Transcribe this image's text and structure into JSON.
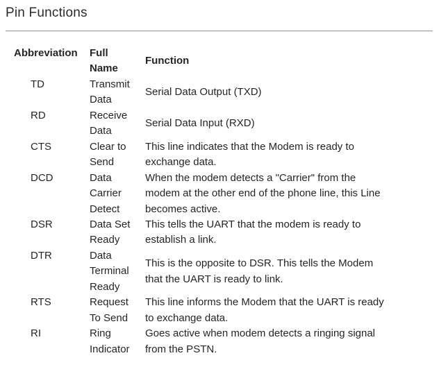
{
  "page": {
    "title": "Pin Functions"
  },
  "colors": {
    "text": "#252525",
    "divider": "#9e9e9e",
    "background": "#ffffff"
  },
  "table": {
    "headers": {
      "abbreviation": "Abbreviation",
      "full_name": "Full\nName",
      "function": "Function"
    },
    "rows": [
      {
        "abbreviation": "TD",
        "full_name": "Transmit\nData",
        "function": "Serial Data Output (TXD)"
      },
      {
        "abbreviation": "RD",
        "full_name": "Receive\nData",
        "function": "Serial Data Input (RXD)"
      },
      {
        "abbreviation": "CTS",
        "full_name": "Clear to\nSend",
        "function": "This line indicates that the Modem is ready to\nexchange data."
      },
      {
        "abbreviation": "DCD",
        "full_name": "Data\nCarrier\nDetect",
        "function": "When the modem detects a \"Carrier\" from the\nmodem at the other end of the phone line, this Line\nbecomes active."
      },
      {
        "abbreviation": "DSR",
        "full_name": "Data Set\nReady",
        "function": "This tells the UART that the modem is ready to\nestablish a link."
      },
      {
        "abbreviation": "DTR",
        "full_name": "Data\nTerminal\nReady",
        "function": "This is the opposite to DSR. This tells the Modem\nthat the UART is ready to link."
      },
      {
        "abbreviation": "RTS",
        "full_name": "Request\nTo Send",
        "function": "This line informs the Modem that the UART is ready\nto exchange data."
      },
      {
        "abbreviation": "RI",
        "full_name": "Ring\nIndicator",
        "function": "Goes active when modem detects a ringing signal\nfrom the PSTN."
      }
    ]
  }
}
